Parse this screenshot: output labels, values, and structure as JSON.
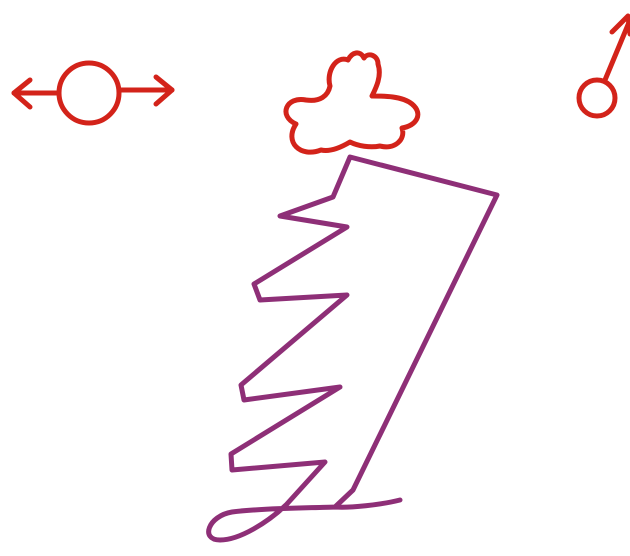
{
  "colors": {
    "background": "#ffffff",
    "symbols": "#d3231a",
    "path": "#8e2f77"
  },
  "symbols": [
    {
      "name": "circle-with-double-arrow",
      "icon": "double-headed-arrow-circle-icon"
    },
    {
      "name": "cloud-shape",
      "icon": "cloud-icon"
    },
    {
      "name": "circle-with-arrow-up-right",
      "icon": "male-symbol-icon"
    }
  ],
  "path_drawing": {
    "icon": "zigzag-path-icon"
  }
}
